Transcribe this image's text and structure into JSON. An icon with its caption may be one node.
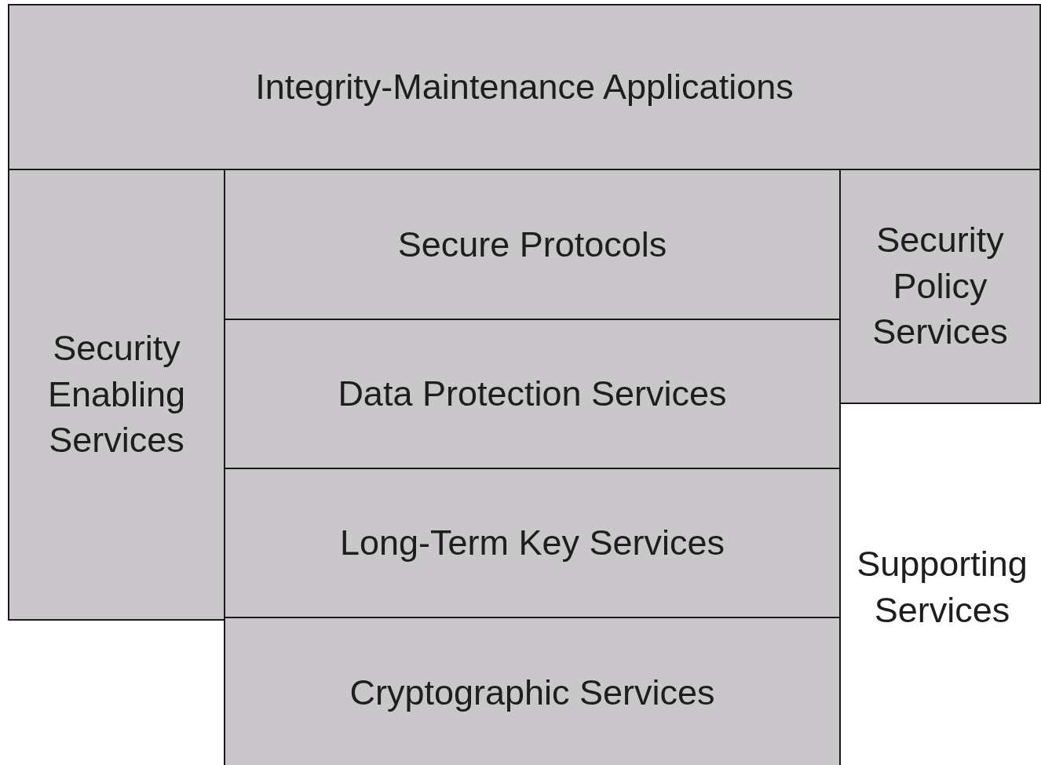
{
  "diagram": {
    "nodes": [
      {
        "text": [
          "Integrity-Maintenance Applications"
        ]
      },
      {
        "text": [
          "Security Enabling Services"
        ]
      },
      {
        "text": [
          "Secure Protocols"
        ]
      },
      {
        "text": [
          "Data Protection Services"
        ]
      },
      {
        "text": [
          "Long-Term Key Services"
        ]
      },
      {
        "text": [
          "Cryptographic Services"
        ]
      },
      {
        "text": [
          "Security Policy Services"
        ]
      }
    ],
    "labels": [
      "Supporting Services"
    ]
  }
}
